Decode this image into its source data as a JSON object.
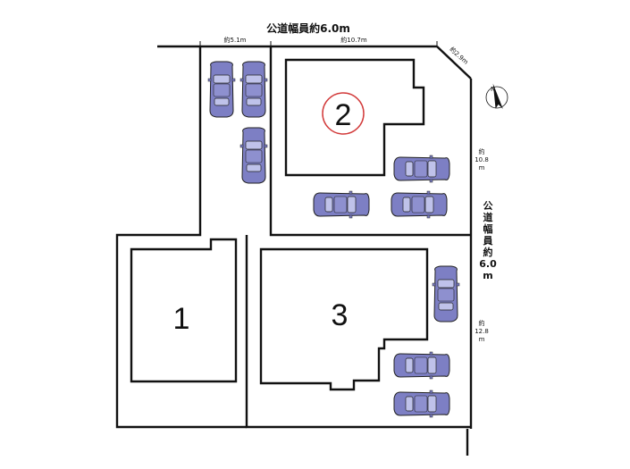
{
  "top_road": {
    "label": "公道幅員約6.0m"
  },
  "right_road": {
    "chars": [
      "公",
      "道",
      "幅",
      "員",
      "約"
    ],
    "width": "6.0",
    "unit": "m"
  },
  "frontage": {
    "top_left": "約5.1m",
    "top_right": "約10.7m",
    "corner": "約2.9m",
    "right_upper": {
      "prefix": "約",
      "value": "10.8",
      "unit": "m"
    },
    "right_lower": {
      "prefix": "約",
      "value": "12.8",
      "unit": "m"
    }
  },
  "lots": [
    {
      "number": "1",
      "circled": false
    },
    {
      "number": "2",
      "circled": true
    },
    {
      "number": "3",
      "circled": false
    }
  ],
  "colors": {
    "car_body": "#7d7fc4",
    "car_glass": "#bfc2ea",
    "outline": "#111111",
    "circle": "#d23a3a"
  },
  "compass": {
    "icon": "north-arrow-icon"
  }
}
